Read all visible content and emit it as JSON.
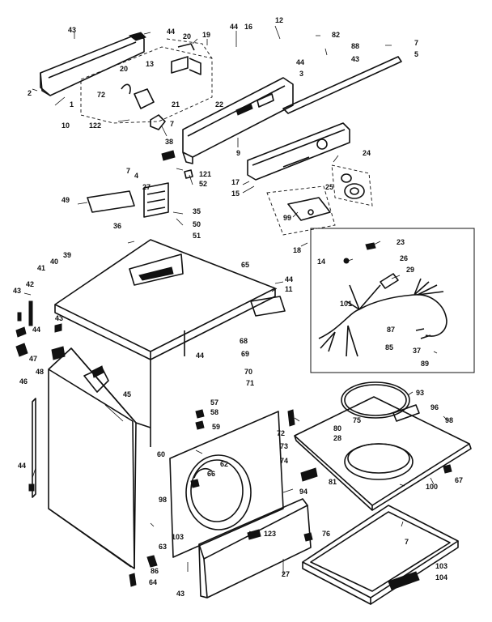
{
  "callouts": {
    "c1": "43",
    "c2": "44",
    "c3": "20",
    "c4": "19",
    "c5": "44",
    "c6": "16",
    "c7": "12",
    "c8": "82",
    "c9": "88",
    "c10": "7",
    "c11": "5",
    "c12": "43",
    "c13": "13",
    "c14": "20",
    "c15": "44",
    "c16": "3",
    "c17": "2",
    "c18": "1",
    "c19": "72",
    "c20": "21",
    "c21": "22",
    "c22": "10",
    "c23": "122",
    "c24": "7",
    "c25": "38",
    "c26": "9",
    "c27": "24",
    "c28": "7",
    "c29": "4",
    "c30": "121",
    "c31": "52",
    "c32": "17",
    "c33": "15",
    "c34": "25",
    "c35": "27",
    "c36": "49",
    "c37": "35",
    "c38": "50",
    "c39": "51",
    "c40": "36",
    "c41": "99",
    "c42": "18",
    "c43": "23",
    "c44": "14",
    "c45": "26",
    "c46": "29",
    "c47": "65",
    "c48": "44",
    "c49": "11",
    "c50": "40",
    "c51": "39",
    "c52": "41",
    "c53": "43",
    "c54": "42",
    "c55": "101",
    "c56": "87",
    "c57": "85",
    "c58": "37",
    "c59": "89",
    "c60": "43",
    "c61": "44",
    "c62": "68",
    "c63": "69",
    "c64": "44",
    "c65": "70",
    "c66": "71",
    "c67": "47",
    "c68": "46",
    "c69": "48",
    "c70": "45",
    "c71": "93",
    "c72": "96",
    "c73": "98",
    "c74": "57",
    "c75": "58",
    "c76": "59",
    "c77": "72",
    "c78": "80",
    "c79": "28",
    "c80": "75",
    "c81": "73",
    "c82": "74",
    "c83": "60",
    "c84": "62",
    "c85": "66",
    "c86": "81",
    "c87": "67",
    "c88": "44",
    "c89": "94",
    "c90": "98",
    "c91": "100",
    "c92": "123",
    "c93": "76",
    "c94": "103",
    "c95": "63",
    "c96": "86",
    "c97": "64",
    "c98": "43",
    "c99": "27",
    "c100": "103",
    "c101": "104",
    "c102": "7"
  }
}
